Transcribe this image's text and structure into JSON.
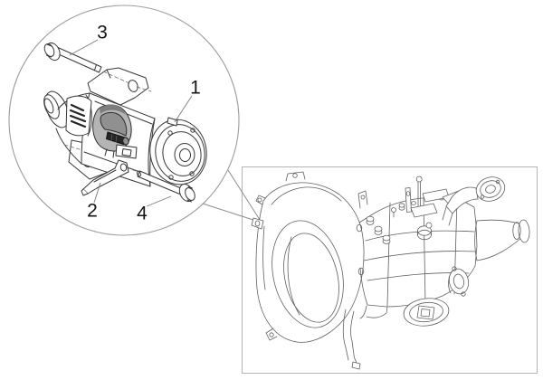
{
  "page": {
    "background": "#ffffff"
  },
  "detail_bubble": {
    "shape": "circle",
    "illustration": "starter-motor-with-mounting-bolts-and-bracket",
    "callouts": [
      {
        "number": "1"
      },
      {
        "number": "2"
      },
      {
        "number": "3"
      },
      {
        "number": "4"
      }
    ]
  },
  "overview_panel": {
    "shape": "rectangle",
    "illustration": "transmission-gearbox-assembly"
  },
  "colors": {
    "line_dark": "#383838",
    "line_light": "#606060",
    "frame_border": "#b4b4b4",
    "circle_outline": "#9e9e9e",
    "leader_line": "#8d8d8d",
    "callout_text": "#141414",
    "solenoid_gray": "#b5b5b5",
    "stud_dark": "#262626"
  }
}
